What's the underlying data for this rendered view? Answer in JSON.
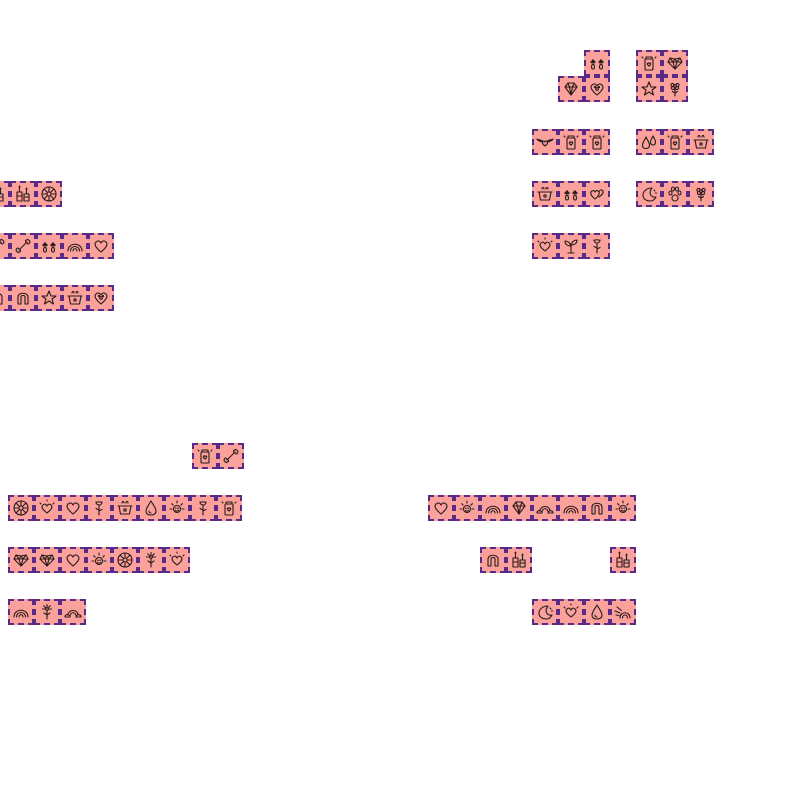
{
  "palette": {
    "tile_fill": "#f9a19a",
    "tile_border": "#5a2b86",
    "icon_stroke": "#2a1a1a",
    "background": "#ffffff"
  },
  "tile_groups": [
    {
      "name": "top-right-a",
      "rows": [
        [
          null,
          "paws"
        ],
        [
          "diamond",
          "heart-paw"
        ]
      ]
    },
    {
      "name": "top-right-b",
      "rows": [
        [
          "jar",
          "gem-heart"
        ],
        [
          "star",
          "flower"
        ]
      ]
    },
    {
      "name": "right-a",
      "rows": [
        [
          "winged-heart",
          "jar",
          "jar"
        ],
        [
          null,
          null,
          null
        ],
        [
          "pot",
          "paws",
          "double-heart"
        ],
        [
          null,
          null,
          null
        ],
        [
          "sparkle-heart",
          "sprout",
          "rose"
        ]
      ]
    },
    {
      "name": "right-b",
      "rows": [
        [
          "drops",
          "jar",
          "pot"
        ],
        [
          null,
          null,
          null
        ],
        [
          "moon",
          "paw",
          "flower"
        ]
      ]
    },
    {
      "name": "left-a",
      "rows": [
        [
          "candles",
          "candles",
          "daisy",
          null,
          null
        ],
        [
          null,
          null,
          null,
          null,
          null
        ],
        [
          "bone",
          "bone",
          "paws",
          "rainbow",
          "heart"
        ],
        [
          null,
          null,
          null,
          null,
          null
        ],
        [
          "horseshoe",
          "horseshoe",
          "star",
          "pot",
          "heart-paw"
        ]
      ]
    },
    {
      "name": "bottom-left-a",
      "rows": [
        [
          "jar",
          "bone"
        ]
      ]
    },
    {
      "name": "bottom-left-b",
      "rows": [
        [
          "daisy",
          "sparkle-heart",
          "heart",
          "rose",
          "pot",
          "drop",
          "sun",
          "rose",
          "jar"
        ],
        [
          null,
          null,
          null,
          null,
          null,
          null,
          null,
          null,
          null
        ],
        [
          "gem-heart",
          "gem-heart",
          "heart",
          "sun",
          "daisy",
          "sparkle-flower",
          "sparkle-heart",
          null,
          null
        ],
        [
          null,
          null,
          null,
          null,
          null,
          null,
          null,
          null,
          null
        ],
        [
          "rainbow",
          "sparkle-flower",
          "cloud-rainbow",
          null,
          null,
          null,
          null,
          null,
          null
        ]
      ]
    },
    {
      "name": "bottom-right-a",
      "rows": [
        [
          "heart",
          "sun",
          "rainbow",
          "diamond",
          "cloud-rainbow",
          "rainbow",
          "horseshoe",
          "sun"
        ]
      ]
    },
    {
      "name": "bottom-right-b",
      "rows": [
        [
          "horseshoe",
          "candles"
        ]
      ]
    },
    {
      "name": "bottom-right-c",
      "rows": [
        [
          "candles"
        ]
      ]
    },
    {
      "name": "bottom-right-d",
      "rows": [
        [
          "moon",
          "sparkle-heart",
          "drop",
          "shooting-rainbow"
        ]
      ]
    }
  ]
}
